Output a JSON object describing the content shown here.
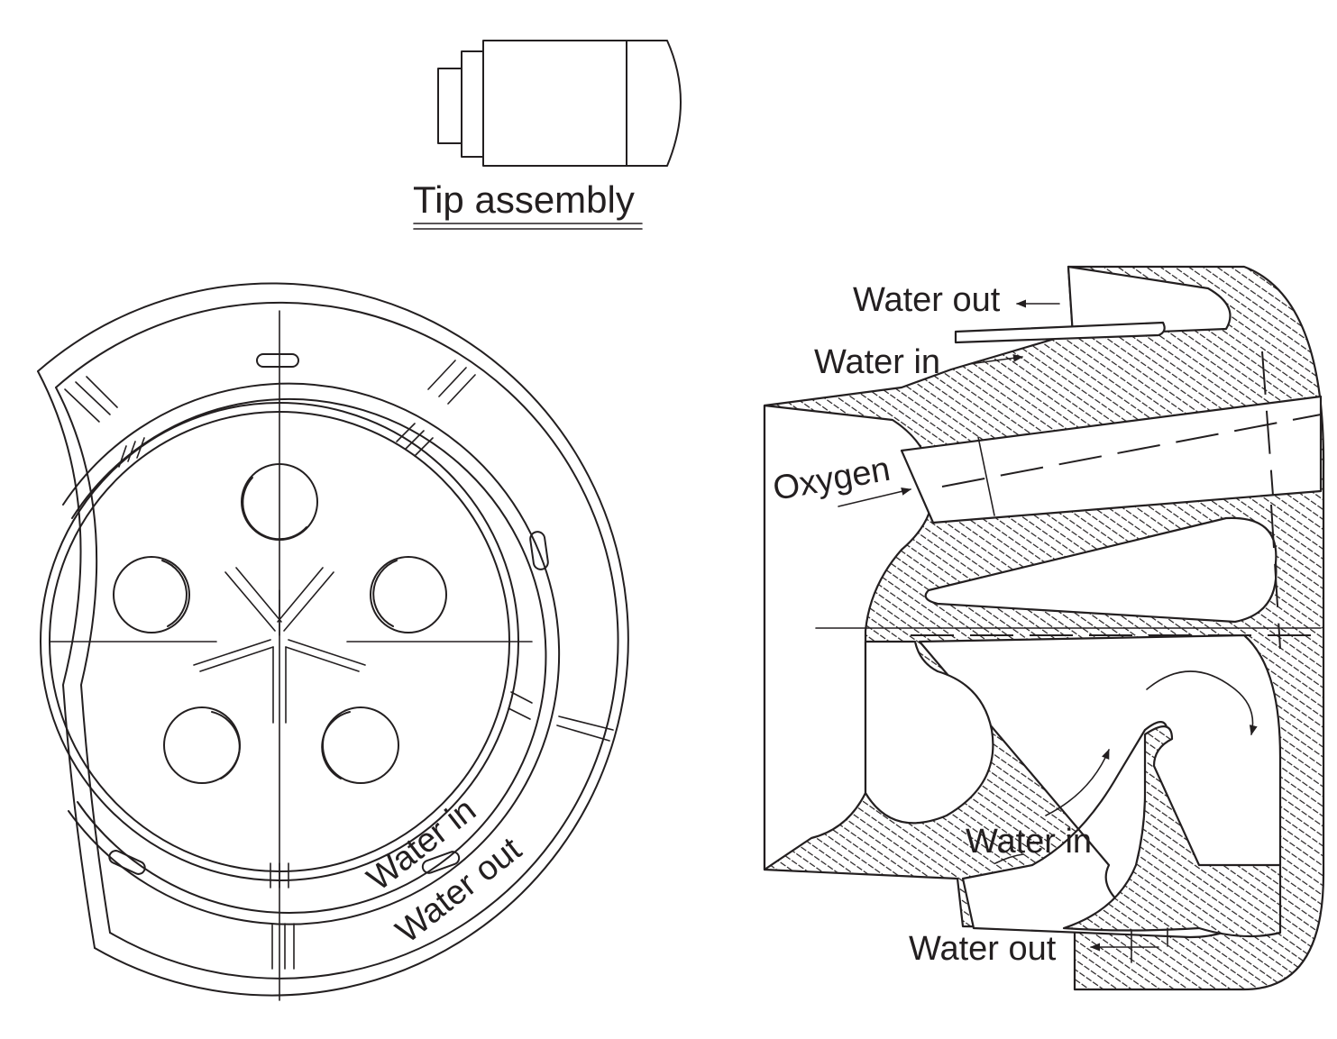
{
  "tip": {
    "title": "Tip assembly"
  },
  "face_view": {
    "label_water_in": "Water in",
    "label_water_out": "Water out"
  },
  "section_view": {
    "label_water_out_top": "Water out",
    "label_water_in_top": "Water in",
    "label_oxygen": "Oxygen",
    "label_water_in_bottom": "Water in",
    "label_water_out_bottom": "Water out"
  },
  "colors": {
    "ink": "#231f20",
    "background": "#ffffff"
  }
}
